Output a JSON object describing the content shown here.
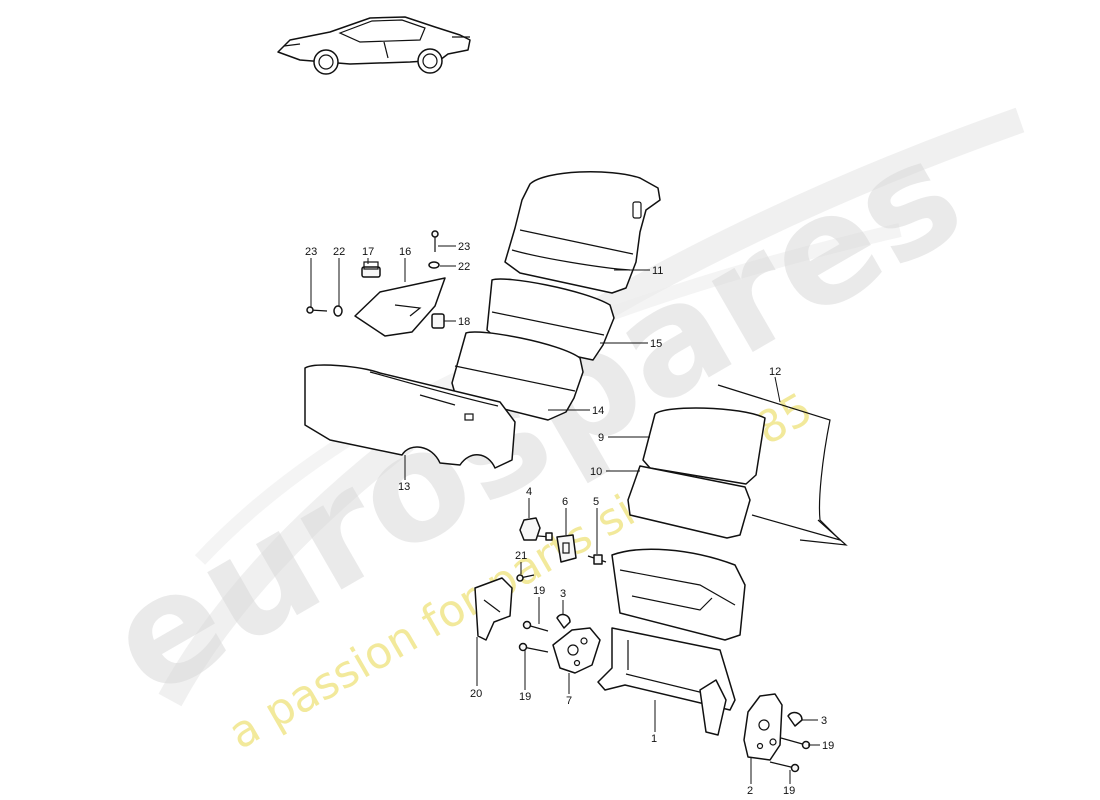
{
  "watermark": {
    "logo": "eurospares",
    "tagline": "a passion for parts since 1985",
    "tagline_color": "#eee27a",
    "logo_color": "#d8d8d8"
  },
  "callouts": {
    "c1": "1",
    "c2": "2",
    "c3a": "3",
    "c3b": "3",
    "c4": "4",
    "c5": "5",
    "c6": "6",
    "c7": "7",
    "c9": "9",
    "c10": "10",
    "c11": "11",
    "c12": "12",
    "c13": "13",
    "c14": "14",
    "c15": "15",
    "c16": "16",
    "c17": "17",
    "c18": "18",
    "c19a": "19",
    "c19b": "19",
    "c19c": "19",
    "c19d": "19",
    "c20": "20",
    "c21": "21",
    "c22a": "22",
    "c22b": "22",
    "c23a": "23",
    "c23b": "23"
  }
}
